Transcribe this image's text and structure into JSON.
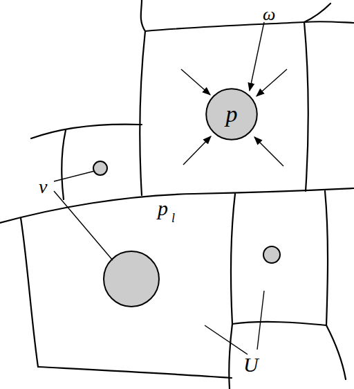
{
  "diagram": {
    "nodes": [
      {
        "text": [
          "p"
        ]
      }
    ],
    "labels": [
      "ω",
      "ν",
      "p",
      "l",
      "U"
    ]
  }
}
